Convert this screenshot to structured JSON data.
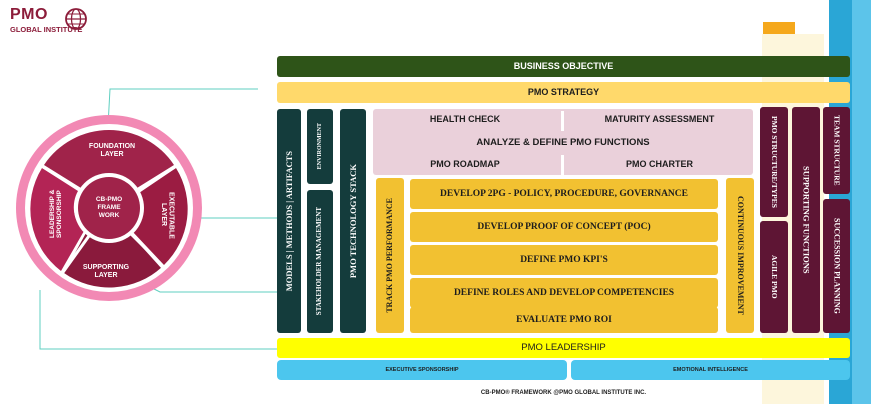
{
  "logo": {
    "line1": "PMO",
    "line2": "GLOBAL INSTITUTE"
  },
  "wheel": {
    "center": "CB-PMO FRAME WORK",
    "foundation": "FOUNDATION LAYER",
    "executable": "EXECUTABLE LAYER",
    "supporting": "SUPPORTING LAYER",
    "leadership": "LEADERSHIP & SPONSORSHIP"
  },
  "framework": {
    "business_objective": "BUSINESS OBJECTIVE",
    "pmo_strategy": "PMO STRATEGY",
    "left_columns": {
      "models": "MODELS | METHODS | ARTIFACTS",
      "environment": "ENVIRONMENT",
      "stakeholder": "STAKEHOLDER MANAGEMENT",
      "technology": "PMO TECHNOLOGY STACK"
    },
    "top_block": {
      "health_check": "HEALTH CHECK",
      "maturity": "MATURITY ASSESSMENT",
      "analyze": "ANALYZE & DEFINE PMO FUNCTIONS",
      "roadmap": "PMO ROADMAP",
      "charter": "PMO CHARTER"
    },
    "track": "TRACK PMO PERFORMANCE",
    "steps": [
      "DEVELOP 2PG - POLICY, PROCEDURE, GOVERNANCE",
      "DEVELOP PROOF OF CONCEPT (POC)",
      "DEFINE PMO KPI'S",
      "DEFINE ROLES AND DEVELOP COMPETENCIES",
      "EVALUATE PMO ROI"
    ],
    "continuous": "CONTINUOUS IMPROVEMENT",
    "right_columns": {
      "structure_types": "PMO STRUCTURE/TYPES",
      "agile": "AGILE PMO",
      "supporting_functions": "SUPPORTING FUNCTIONS",
      "team_structure": "TEAM STRUCTURE",
      "succession": "SUCCESSION PLANNING"
    },
    "pmo_leadership": "PMO LEADERSHIP",
    "executive_sponsorship": "EXECUTIVE SPONSORSHIP",
    "emotional_intelligence": "EMOTIONAL INTELLIGENCE"
  },
  "footer": "CB-PMO® FRAMEWORK @PMO GLOBAL INSTITUTE INC.",
  "colors": {
    "dark_green": "#2e5418",
    "light_yellow": "#ffd96b",
    "dark_teal": "#143c3c",
    "pink_block": "#ead0da",
    "gold": "#f2c131",
    "maroon": "#5e1534",
    "yellow": "#ffff00",
    "sky": "#4cc6ee",
    "pink": "#f289b4",
    "crimson": "#9b1c42"
  }
}
